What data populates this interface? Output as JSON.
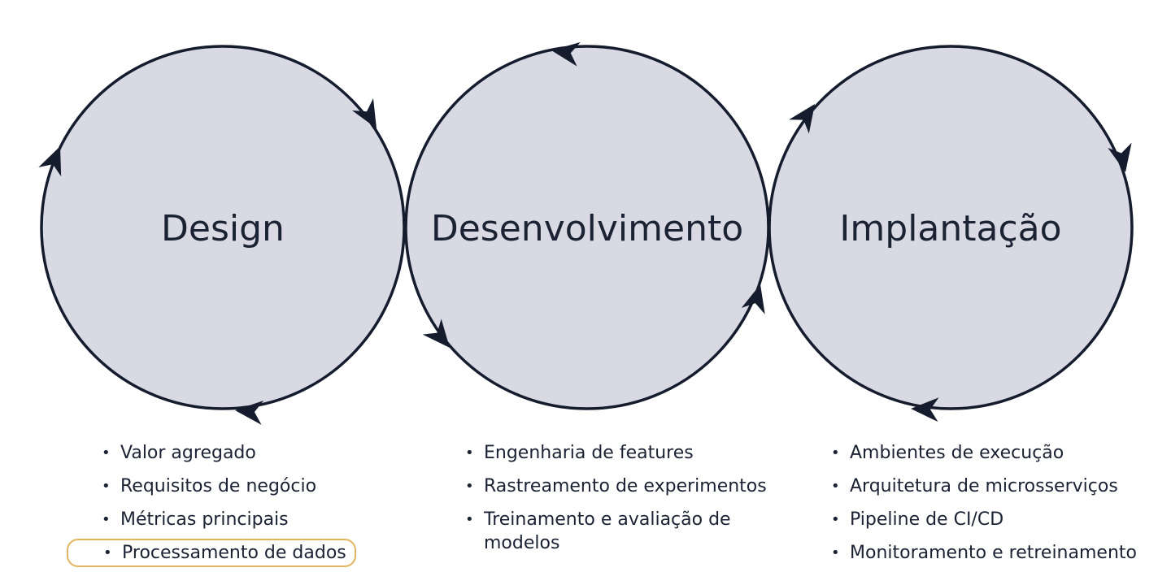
{
  "phases": [
    {
      "title": "Design",
      "items": [
        "Valor agregado",
        "Requisitos de negócio",
        "Métricas principais",
        "Processamento de dados"
      ],
      "highlighted_item": 3
    },
    {
      "title": "Desenvolvimento",
      "items": [
        "Engenharia de features",
        "Rastreamento de experimentos",
        "Treinamento e avaliação de modelos"
      ]
    },
    {
      "title": "Implantação",
      "items": [
        "Ambientes de execução",
        "Arquitetura de microsserviços",
        "Pipeline de CI/CD",
        "Monitoramento e retreinamento"
      ]
    }
  ],
  "colors": {
    "circle_fill": "#d9d9e3",
    "stroke": "#141c2e",
    "text": "#1b2233",
    "highlight_border": "#e3b45e"
  },
  "icons": [
    "arrowhead-icon"
  ]
}
